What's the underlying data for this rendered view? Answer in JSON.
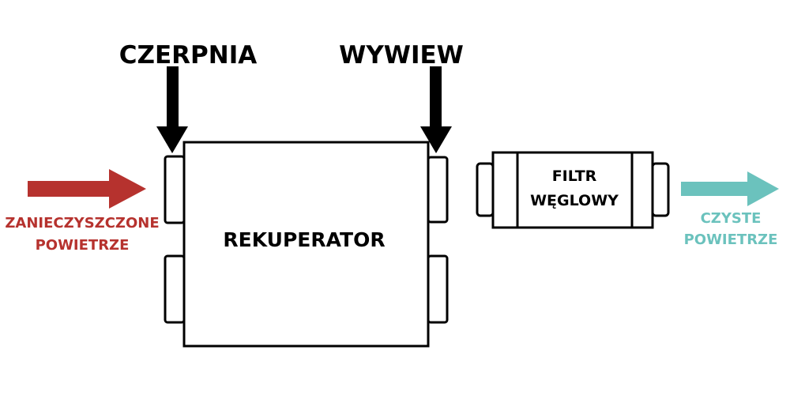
{
  "labels": {
    "intake": "CZERPNIA",
    "exhaust": "WYWIEW",
    "recuperator": "REKUPERATOR",
    "filter_line1": "FILTR",
    "filter_line2": "WĘGLOWY",
    "dirty_air_line1": "ZANIECZYSZCZONE",
    "dirty_air_line2": "POWIETRZE",
    "clean_air_line1": "CZYSTE",
    "clean_air_line2": "POWIETRZE"
  },
  "colors": {
    "dirty_air": "#b6322e",
    "clean_air": "#6bc2bd",
    "outline": "#000000",
    "background": "#ffffff"
  }
}
